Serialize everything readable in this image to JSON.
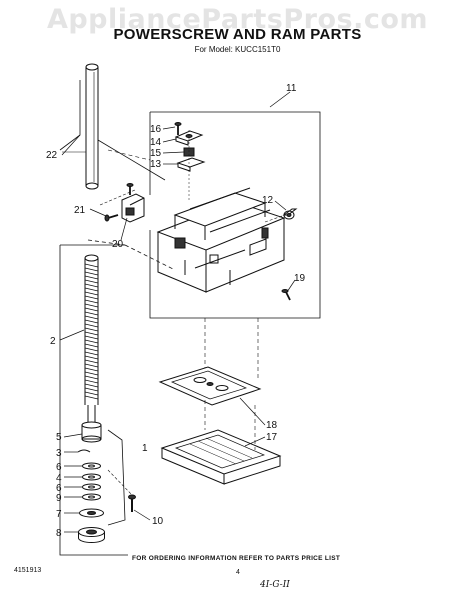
{
  "watermark": "AppliancePartsPros.com",
  "title": "POWERSCREW AND RAM PARTS",
  "subtitle": "For Model: KUCC151T0",
  "footer": "FOR ORDERING INFORMATION REFER TO PARTS PRICE LIST",
  "doc_number": "4151913",
  "page_number": "4",
  "handwritten_note": "4I-G-II",
  "callouts": {
    "c1": "1",
    "c2": "2",
    "c3": "3",
    "c4": "4",
    "c5": "5",
    "c6a": "6",
    "c6b": "6",
    "c7": "7",
    "c8": "8",
    "c9": "9",
    "c10": "10",
    "c11": "11",
    "c12": "12",
    "c13": "13",
    "c14": "14",
    "c15": "15",
    "c16": "16",
    "c17": "17",
    "c18": "18",
    "c19": "19",
    "c20": "20",
    "c21": "21",
    "c22": "22"
  }
}
